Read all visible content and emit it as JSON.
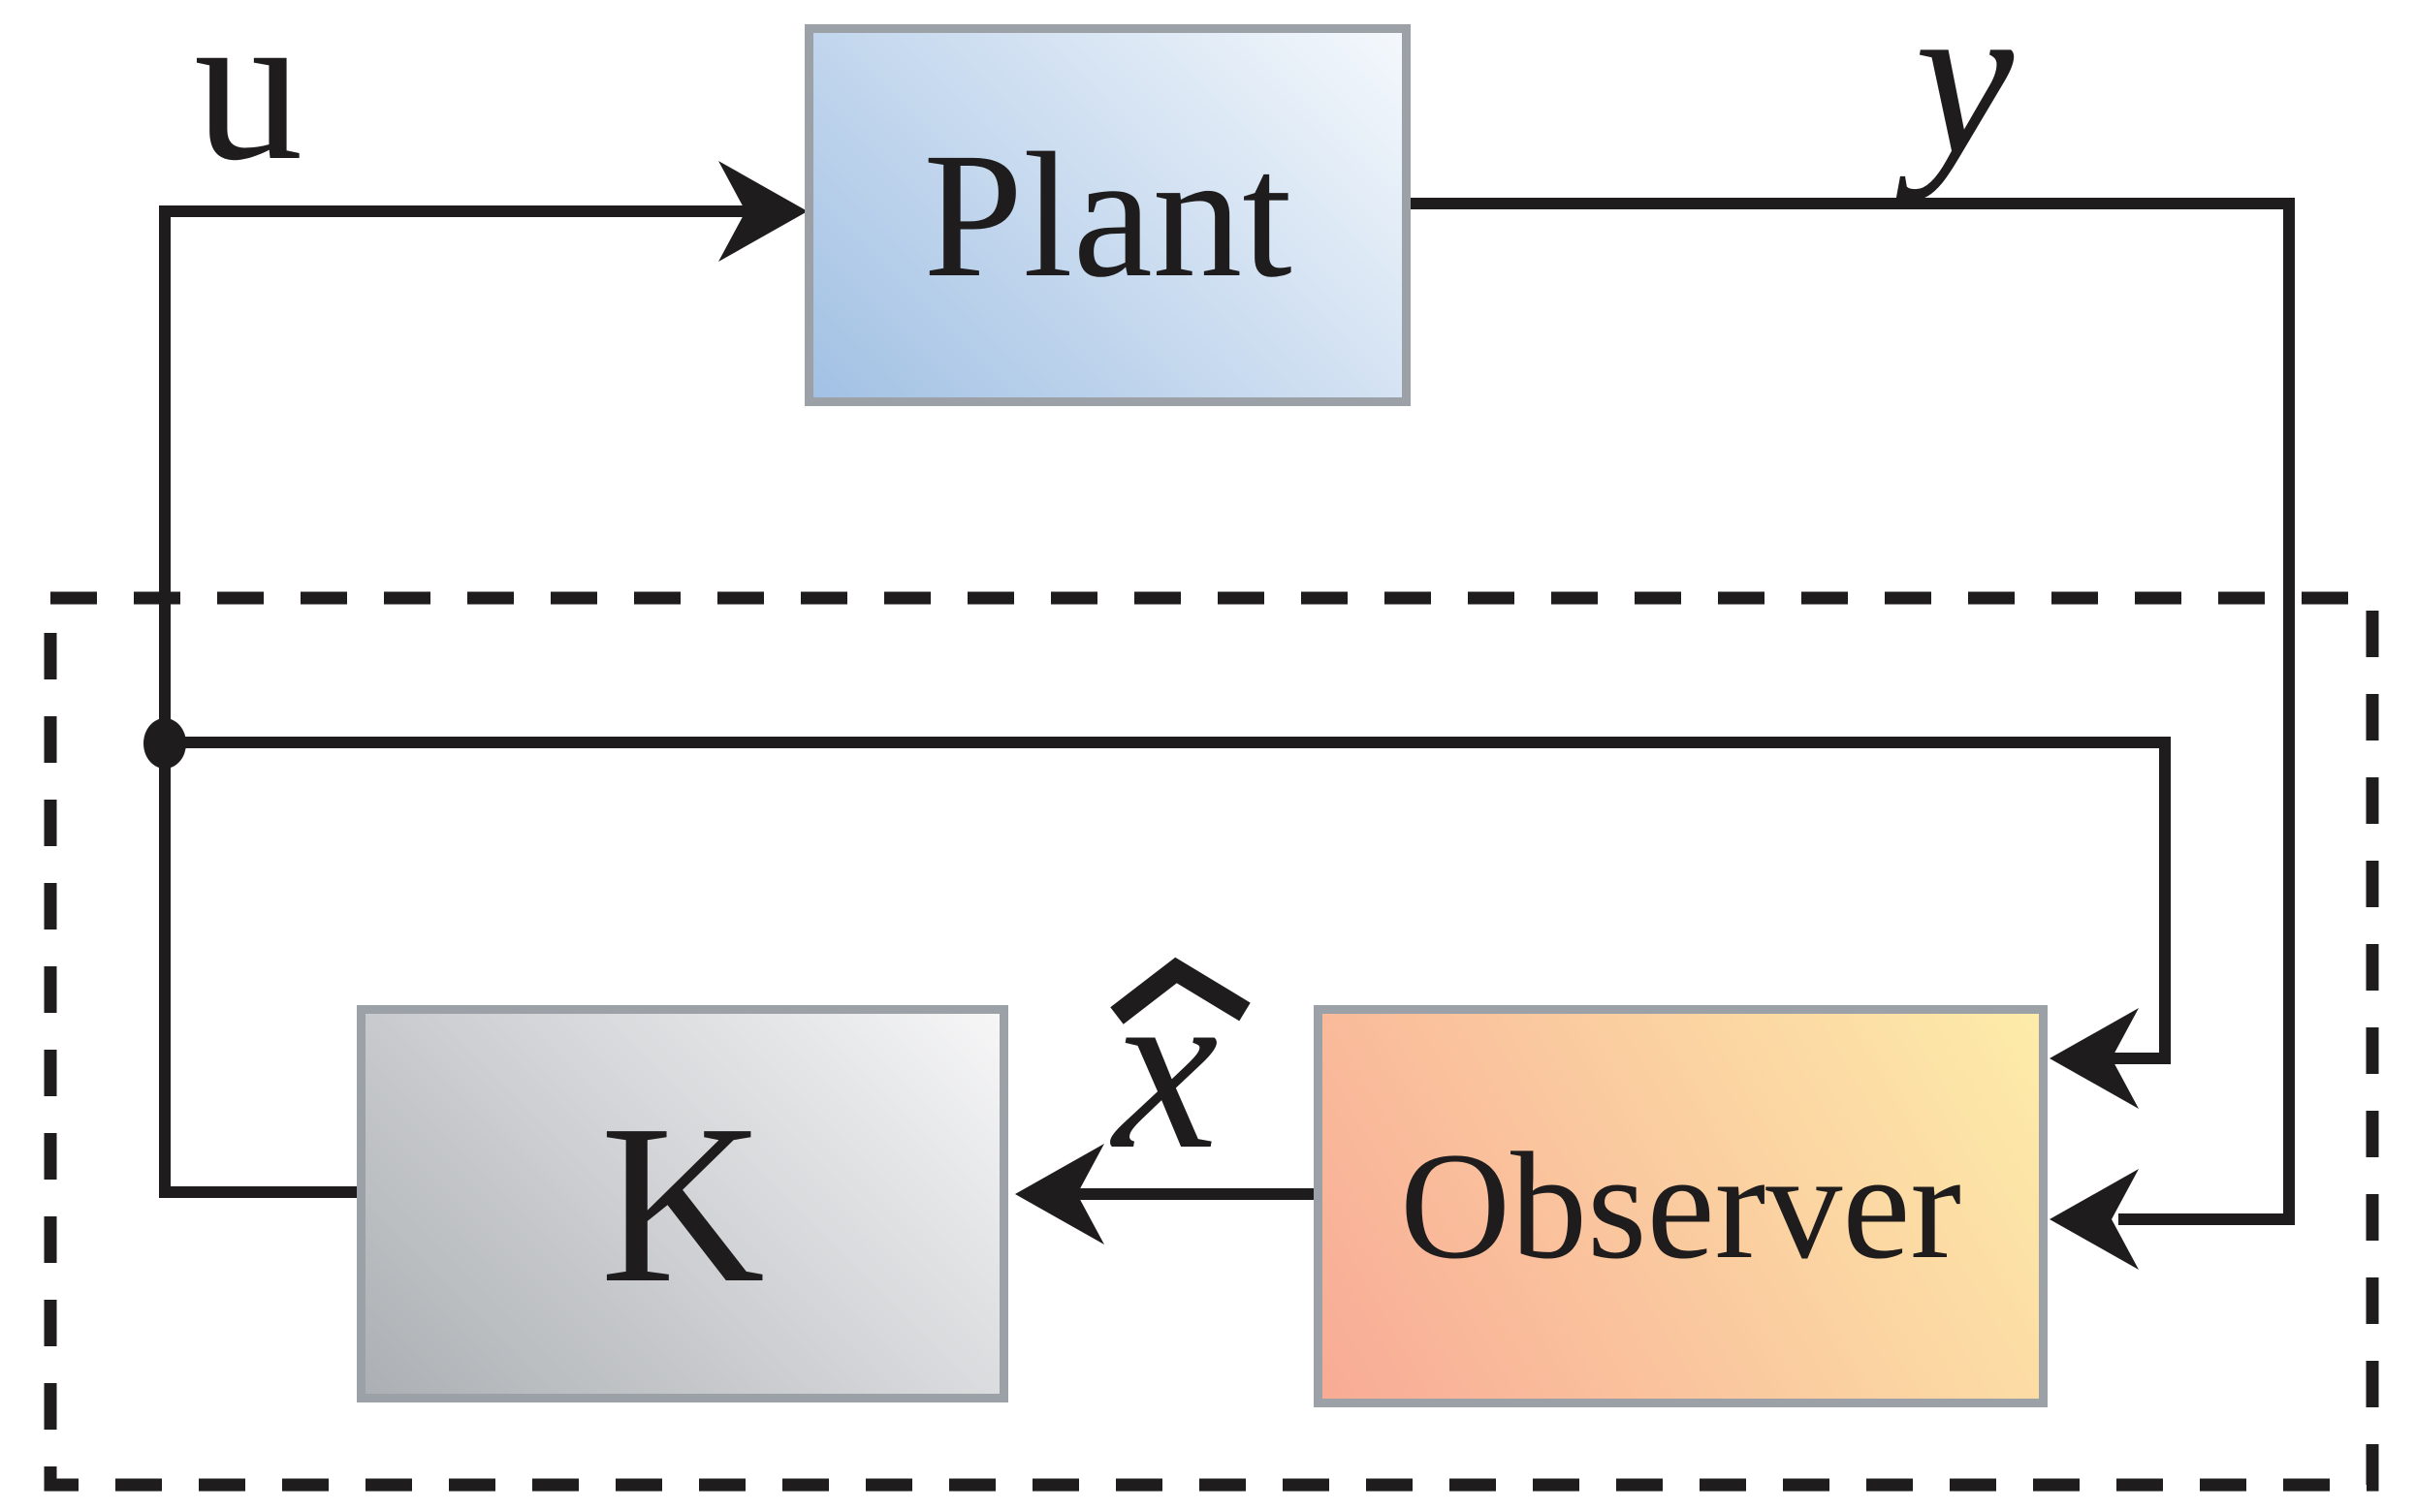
{
  "colors": {
    "line": "#1e1c1c",
    "box_border": "#9ba1a6",
    "background": "#ffffff"
  },
  "blocks": {
    "plant": {
      "label": "Plant",
      "fill_start": "#a2c1e4",
      "fill_end": "#f4f8fc",
      "fill_angle": "45deg"
    },
    "k": {
      "label": "K",
      "fill_start": "#acb0b4",
      "fill_end": "#f6f6f7",
      "fill_angle": "45deg"
    },
    "observer": {
      "label": "Observer",
      "fill_start": "#f8ab96",
      "fill_end": "#fdeca9",
      "fill_angle": "60deg"
    }
  },
  "signals": {
    "control_input": {
      "label": "u"
    },
    "plant_output": {
      "label": "y"
    },
    "state_estimate": {
      "label": "x̂",
      "base": "x"
    }
  }
}
